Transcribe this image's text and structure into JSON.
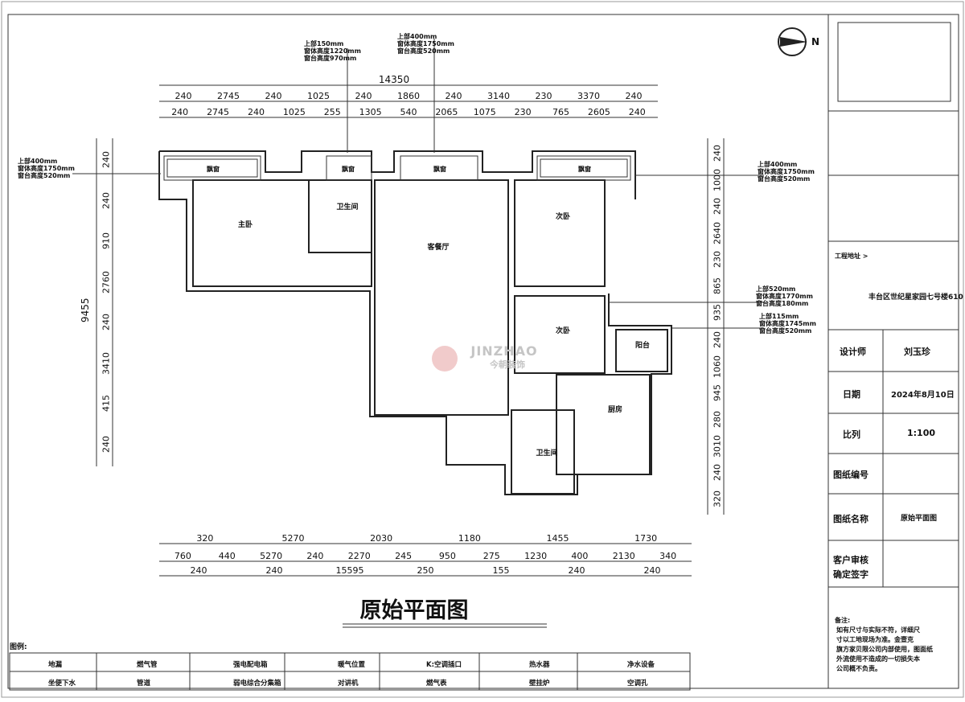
{
  "title": "原始平面图",
  "compass": "N",
  "watermark": {
    "brand": "JINZHAO",
    "sub": "今朝装饰"
  },
  "rooms": {
    "master": "主卧",
    "bath1": "卫生间",
    "living": "客餐厅",
    "bed2": "次卧",
    "bed3": "次卧",
    "balcony": "阳台",
    "kitchen": "厨房",
    "bath2": "卫生间",
    "bay": "飘窗"
  },
  "window_notes": [
    [
      "上部150mm",
      "窗体高度1220mm",
      "窗台高度970mm"
    ],
    [
      "上部400mm",
      "窗体高度1750mm",
      "窗台高度520mm"
    ],
    [
      "上部400mm",
      "窗体高度1750mm",
      "窗台高度520mm"
    ],
    [
      "上部400mm",
      "窗体高度1750mm",
      "窗台高度520mm"
    ],
    [
      "上部520mm",
      "窗体高度1770mm",
      "窗台高度180mm"
    ],
    [
      "上部115mm",
      "窗体高度1745mm",
      "窗台高度520mm"
    ]
  ],
  "dims": {
    "total_top": "14350",
    "top1": [
      "240",
      "2745",
      "240",
      "1025",
      "240",
      "1860",
      "240",
      "3140",
      "230",
      "3370",
      "240"
    ],
    "top2": [
      "240",
      "2745",
      "240",
      "1025",
      "255",
      "1305",
      "540",
      "2065",
      "1075",
      "230",
      "765",
      "2605",
      "240"
    ],
    "left": [
      "240",
      "240",
      "910",
      "2760",
      "240",
      "3410",
      "415",
      "240"
    ],
    "left_total": "9455",
    "right": [
      "240",
      "1000",
      "240",
      "2640",
      "230",
      "865",
      "935",
      "240",
      "1060",
      "945",
      "280",
      "3010",
      "240",
      "320"
    ],
    "bottom1": [
      "320",
      "5270",
      "2030",
      "1180",
      "1455",
      "1730"
    ],
    "bottom2": [
      "760",
      "440",
      "5270",
      "240",
      "2270",
      "245",
      "950",
      "275",
      "1230",
      "400",
      "2130",
      "340"
    ],
    "bottom3": [
      "240",
      "240",
      "15595",
      "250",
      "155",
      "240",
      "240"
    ]
  },
  "title_block": {
    "address_label": "工程地址 >",
    "address": "丰台区世纪星家园七号楼610",
    "designer_label": "设计师",
    "designer": "刘玉珍",
    "date_label": "日期",
    "date": "2024年8月10日",
    "scale_label": "比列",
    "scale": "1:100",
    "number_label": "图纸编号",
    "number": "",
    "name_label": "图纸名称",
    "name": "原始平面图",
    "client_label1": "客户审核",
    "client_label2": "确定签字",
    "notes_label": "备注:",
    "notes": [
      "如有尺寸与实际不符，详细尺",
      "寸以工地现场为准。金壹克",
      "旗方家贝限公司内部使用，图面纸",
      "外流使用不造成的一切损失本",
      "公司概不负责。"
    ]
  },
  "legend": {
    "label": "图例:",
    "items": [
      "地漏",
      "燃气管",
      "强电配电箱",
      "暖气位置",
      "K:空调插口",
      "热水器",
      "净水设备",
      "坐便下水",
      "管道",
      "弱电综合分集箱",
      "对讲机",
      "燃气表",
      "壁挂炉",
      "空调孔"
    ]
  }
}
